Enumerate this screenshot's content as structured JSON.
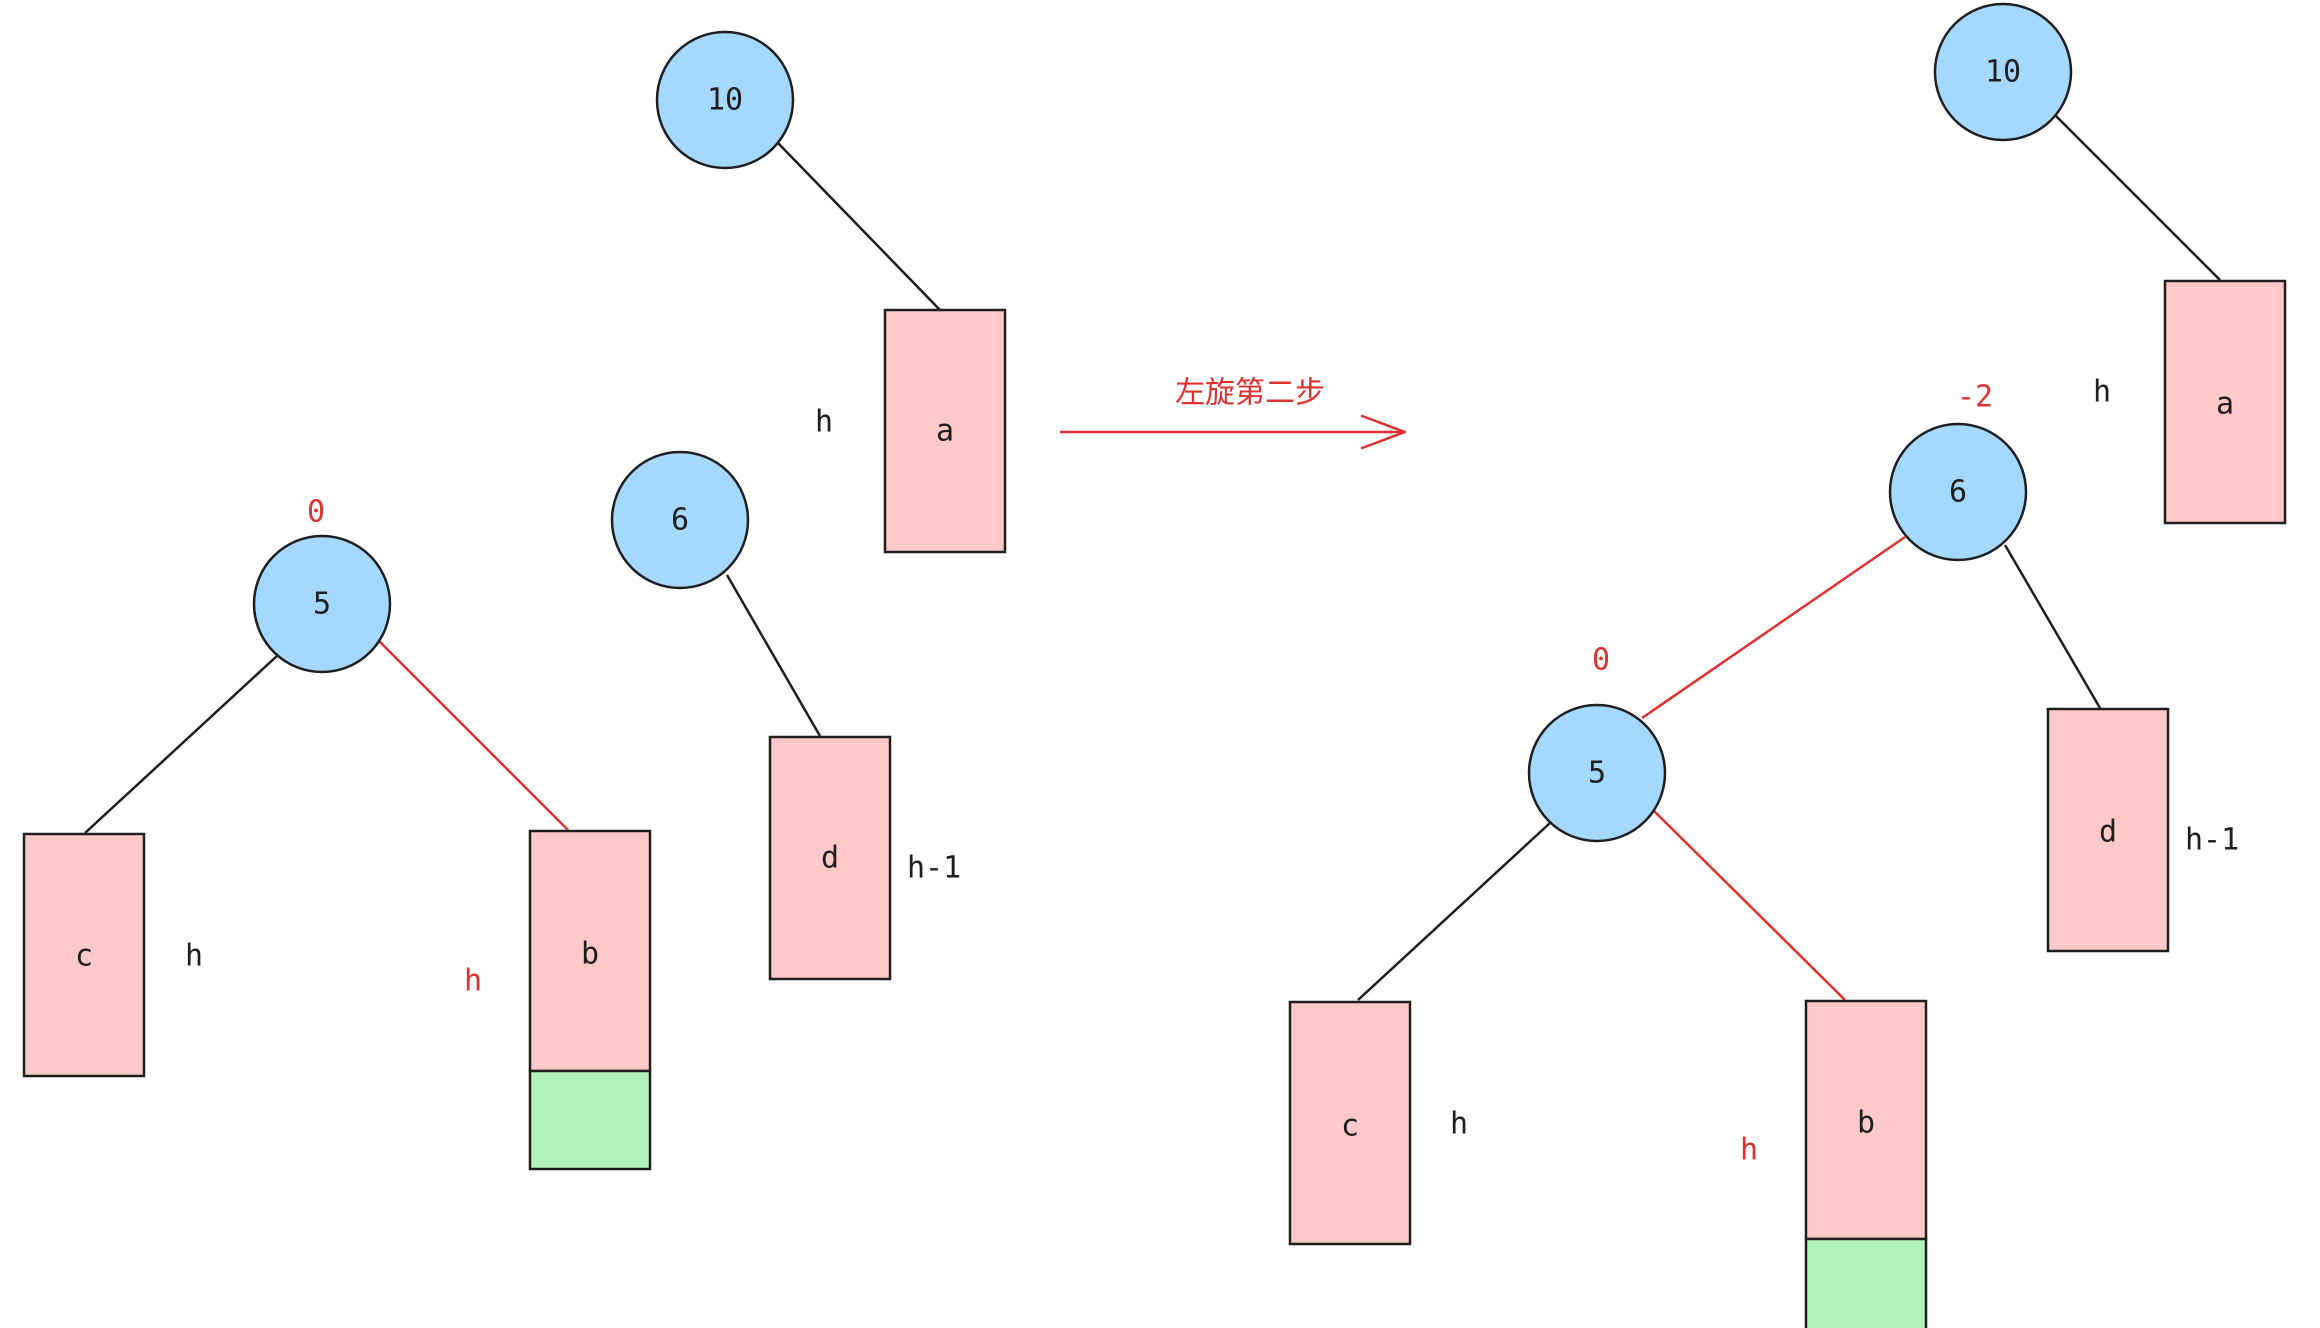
{
  "colors": {
    "node_fill": "#a5d8ff",
    "box_fill": "#ffc9c9",
    "new_fill": "#b2f2bb",
    "stroke": "#1e1e1e",
    "accent": "#e03131"
  },
  "caption": "左旋第二步",
  "before": {
    "nodes": {
      "n10": "10",
      "n6": "6",
      "n5": "5"
    },
    "boxes": {
      "a": "a",
      "d": "d",
      "c": "c",
      "b": "b"
    },
    "heights": {
      "a": "h",
      "d": "h-1",
      "c": "h",
      "b": "h"
    },
    "balance": {
      "n5": "0"
    }
  },
  "after": {
    "nodes": {
      "n10": "10",
      "n6": "6",
      "n5": "5"
    },
    "boxes": {
      "a": "a",
      "d": "d",
      "c": "c",
      "b": "b"
    },
    "heights": {
      "a": "h",
      "d": "h-1",
      "c": "h",
      "b": "h"
    },
    "balance": {
      "n6": "-2",
      "n5": "0"
    }
  }
}
